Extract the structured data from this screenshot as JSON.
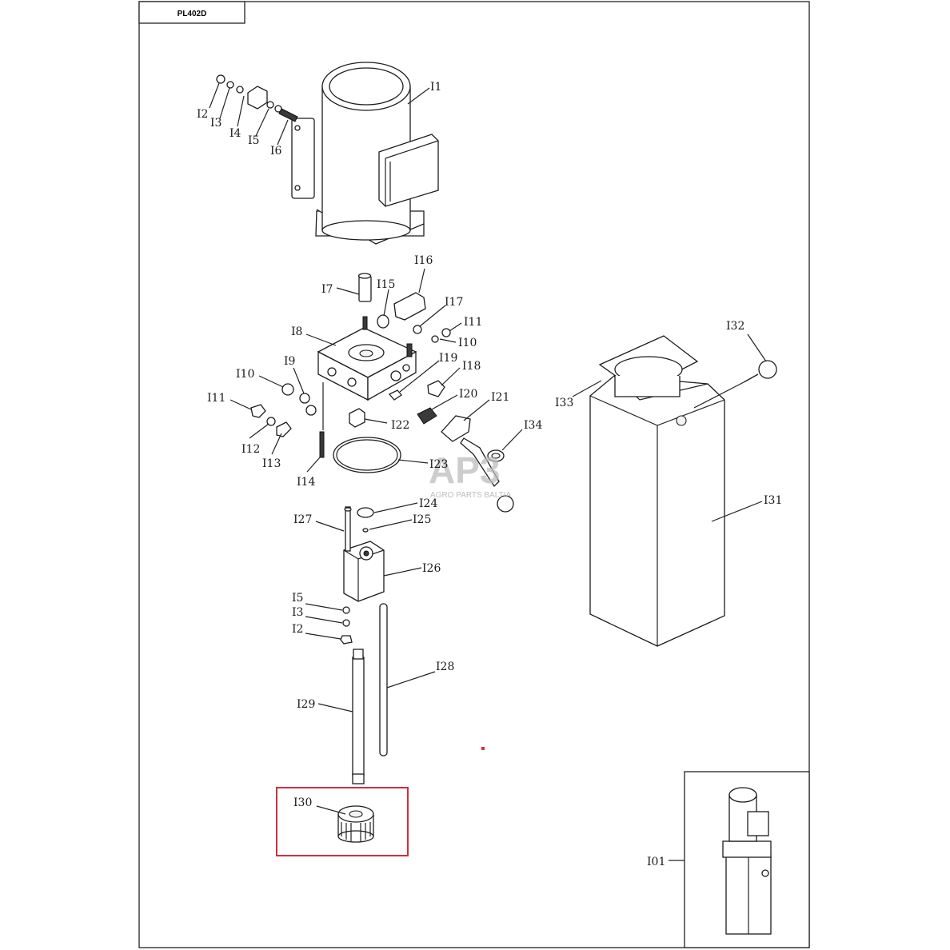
{
  "title_block": {
    "code": "PL402D"
  },
  "watermark": {
    "logo": "AP3",
    "text": "AGRO PARTS BALTIA"
  },
  "labels": {
    "I1": "I1",
    "I2": "I2",
    "I3": "I3",
    "I4": "I4",
    "I5": "I5",
    "I6": "I6",
    "I7": "I7",
    "I8": "I8",
    "I9": "I9",
    "I10": "I10",
    "I10b": "I10",
    "I11": "I11",
    "I11b": "I11",
    "I12": "I12",
    "I13": "I13",
    "I14": "I14",
    "I15": "I15",
    "I16": "I16",
    "I17": "I17",
    "I18": "I18",
    "I19": "I19",
    "I20": "I20",
    "I21": "I21",
    "I22": "I22",
    "I23": "I23",
    "I24": "I24",
    "I25": "I25",
    "I26": "I26",
    "I27": "I27",
    "I28": "I28",
    "I29": "I29",
    "I30": "I30",
    "I31": "I31",
    "I32": "I32",
    "I33": "I33",
    "I34": "I34",
    "I5b": "I5",
    "I3b": "I3",
    "I2b": "I2",
    "I01": "I01"
  },
  "colors": {
    "highlight": "#d0303a",
    "line": "#222222"
  }
}
